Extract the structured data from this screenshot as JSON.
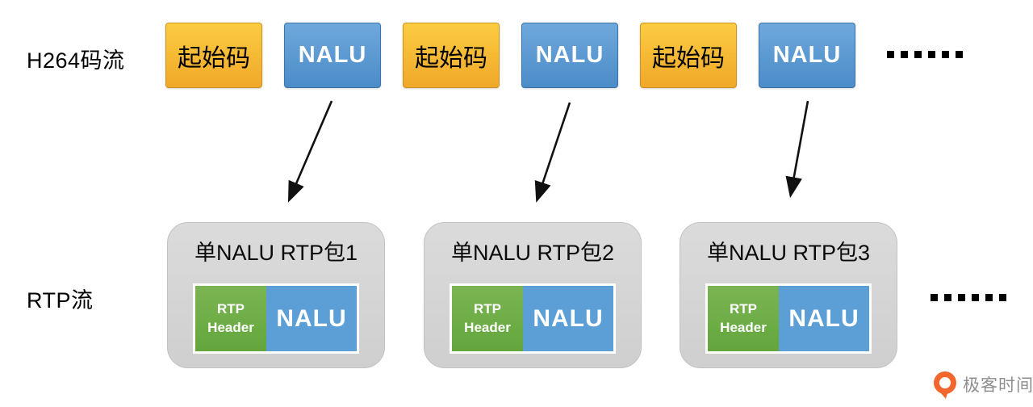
{
  "diagram": {
    "h264_row": {
      "label": "H264码流",
      "boxes": [
        {
          "kind": "start-code",
          "label": "起始码"
        },
        {
          "kind": "nalu",
          "label": "NALU"
        },
        {
          "kind": "start-code",
          "label": "起始码"
        },
        {
          "kind": "nalu",
          "label": "NALU"
        },
        {
          "kind": "start-code",
          "label": "起始码"
        },
        {
          "kind": "nalu",
          "label": "NALU"
        }
      ],
      "ellipsis": "······"
    },
    "rtp_row": {
      "label": "RTP流",
      "packets": [
        {
          "title": "单NALU RTP包1",
          "header": "RTP Header",
          "payload": "NALU"
        },
        {
          "title": "单NALU RTP包2",
          "header": "RTP Header",
          "payload": "NALU"
        },
        {
          "title": "单NALU RTP包3",
          "header": "RTP Header",
          "payload": "NALU"
        }
      ],
      "ellipsis": "······"
    }
  },
  "watermark": {
    "brand": "极客时间"
  },
  "colors": {
    "start_code_fill": "#F5B92F",
    "nalu_top_fill": "#5B9BD5",
    "rtp_header_fill": "#6FAE46",
    "nalu_payload_fill": "#5C9FD6",
    "packet_bg": "#D5D5D5",
    "arrow": "#111111",
    "brand_orange": "#F3672E",
    "brand_text": "#8E8E8E"
  }
}
